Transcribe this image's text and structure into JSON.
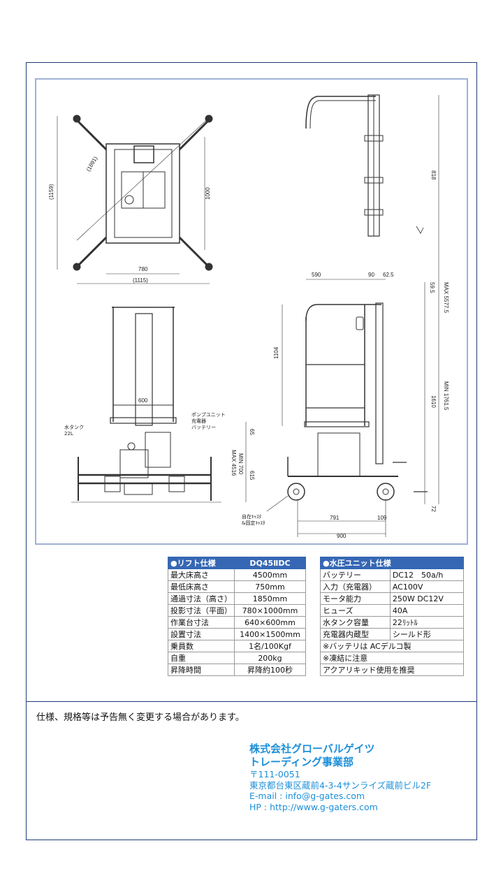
{
  "drawing": {
    "dims": {
      "d1891": "(1891)",
      "d1159": "(1159)",
      "d1000": "1000",
      "d780": "780",
      "d1115": "(1115)",
      "d590": "590",
      "d90": "90",
      "d625": "62.5",
      "d595": "59.5",
      "d818": "818",
      "dmax5577": "MAX 5577.5",
      "d1104": "1104",
      "d1610": "1610",
      "dmin1761": "MIN 1761.5",
      "d600": "600",
      "d791": "791",
      "d109": "109",
      "d900": "900",
      "d72": "72",
      "d65": "65",
      "dmin700": "MIN 700",
      "dmax4516": "MAX 4516",
      "d615": "615"
    },
    "labels": {
      "water_tank": "水タンク",
      "water_tank_cap": "22L",
      "pump_unit": "ポンプユニット",
      "charger": "充電器",
      "battery": "バッテリー",
      "caster1": "自在ｷｬｽﾀ",
      "caster2": "&固定ｷｬｽﾀ"
    }
  },
  "lift_spec": {
    "header": [
      "●リフト仕様",
      "DQ45ⅡDC"
    ],
    "rows": [
      [
        "最大床高さ",
        "4500mm"
      ],
      [
        "最低床高さ",
        "750mm"
      ],
      [
        "通過寸法（高さ）",
        "1850mm"
      ],
      [
        "投影寸法（平面）",
        "780×1000mm"
      ],
      [
        "作業台寸法",
        "640×600mm"
      ],
      [
        "設置寸法",
        "1400×1500mm"
      ],
      [
        "乗員数",
        "1名/100Kgf"
      ],
      [
        "自重",
        "200kg"
      ],
      [
        "昇降時間",
        "昇降約100秒"
      ]
    ]
  },
  "hydraulic_spec": {
    "header": "●水圧ユニット仕様",
    "rows": [
      [
        "バッテリー",
        "DC12　50a/h"
      ],
      [
        "入力（充電器）",
        "AC100V"
      ],
      [
        "モータ能力",
        "250W  DC12V"
      ],
      [
        "ヒューズ",
        "40A"
      ],
      [
        "水タンク容量",
        "22ﾘｯﾄﾙ"
      ],
      [
        "充電器内蔵型",
        "シールド形"
      ]
    ],
    "notes": [
      "※バッテリは ACデルコ製",
      "※凍結に注意",
      "アクアリキッド使用を推奨"
    ]
  },
  "footnote": "仕様、規格等は予告無く変更する場合があります。",
  "company": {
    "name1": "株式会社グローバルゲイツ",
    "name2": "トレーディング事業部",
    "postal": "〒111-0051",
    "address": "東京都台東区蔵前4-3-4サンライズ蔵前ビル2F",
    "email": "E-mail : info@g-gates.com",
    "hp": "HP : http://www.g-gaters.com"
  },
  "colors": {
    "frame": "#1f3c77",
    "table_header": "#3667b4",
    "company_text": "#1d8fd8",
    "drawing_border": "#9fb1d6"
  }
}
